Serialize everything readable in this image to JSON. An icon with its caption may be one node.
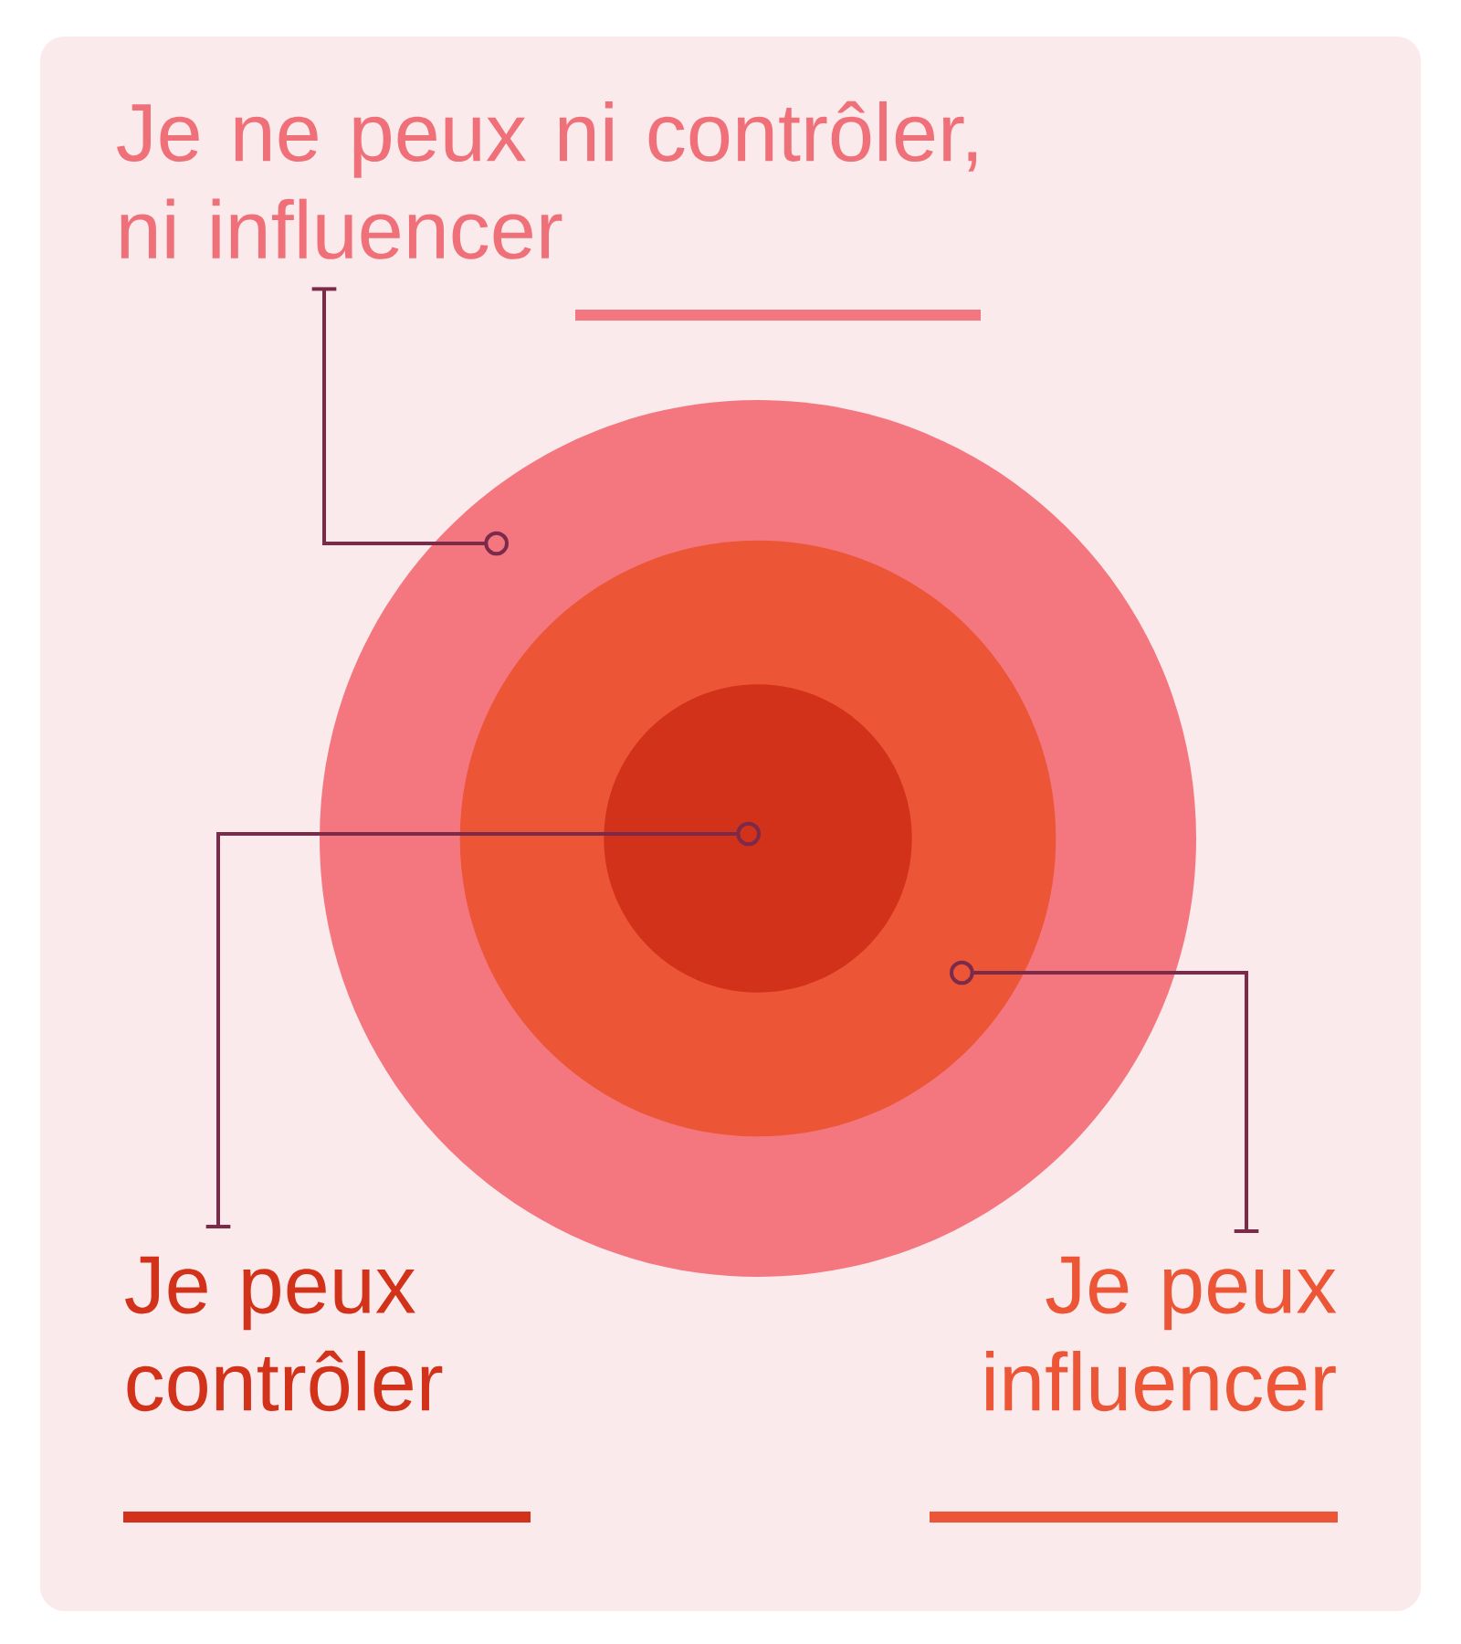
{
  "diagram": {
    "nodes": [
      {
        "text": [
          "Je ne peux ni contrôler, ni influencer"
        ]
      },
      {
        "text": [
          "Je peux contrôler"
        ]
      },
      {
        "text": [
          "Je peux influencer"
        ]
      },
      {
        "text": [],
        "shape": "circle"
      },
      {
        "text": [],
        "shape": "circle",
        "in": 3
      },
      {
        "text": [],
        "shape": "circle",
        "in": 4
      }
    ],
    "edges": [
      {
        "from": 0,
        "to": 3,
        "arrow": "other"
      },
      {
        "from": 1,
        "to": 5,
        "arrow": "other"
      },
      {
        "from": 2,
        "to": 4,
        "arrow": "other"
      }
    ]
  }
}
